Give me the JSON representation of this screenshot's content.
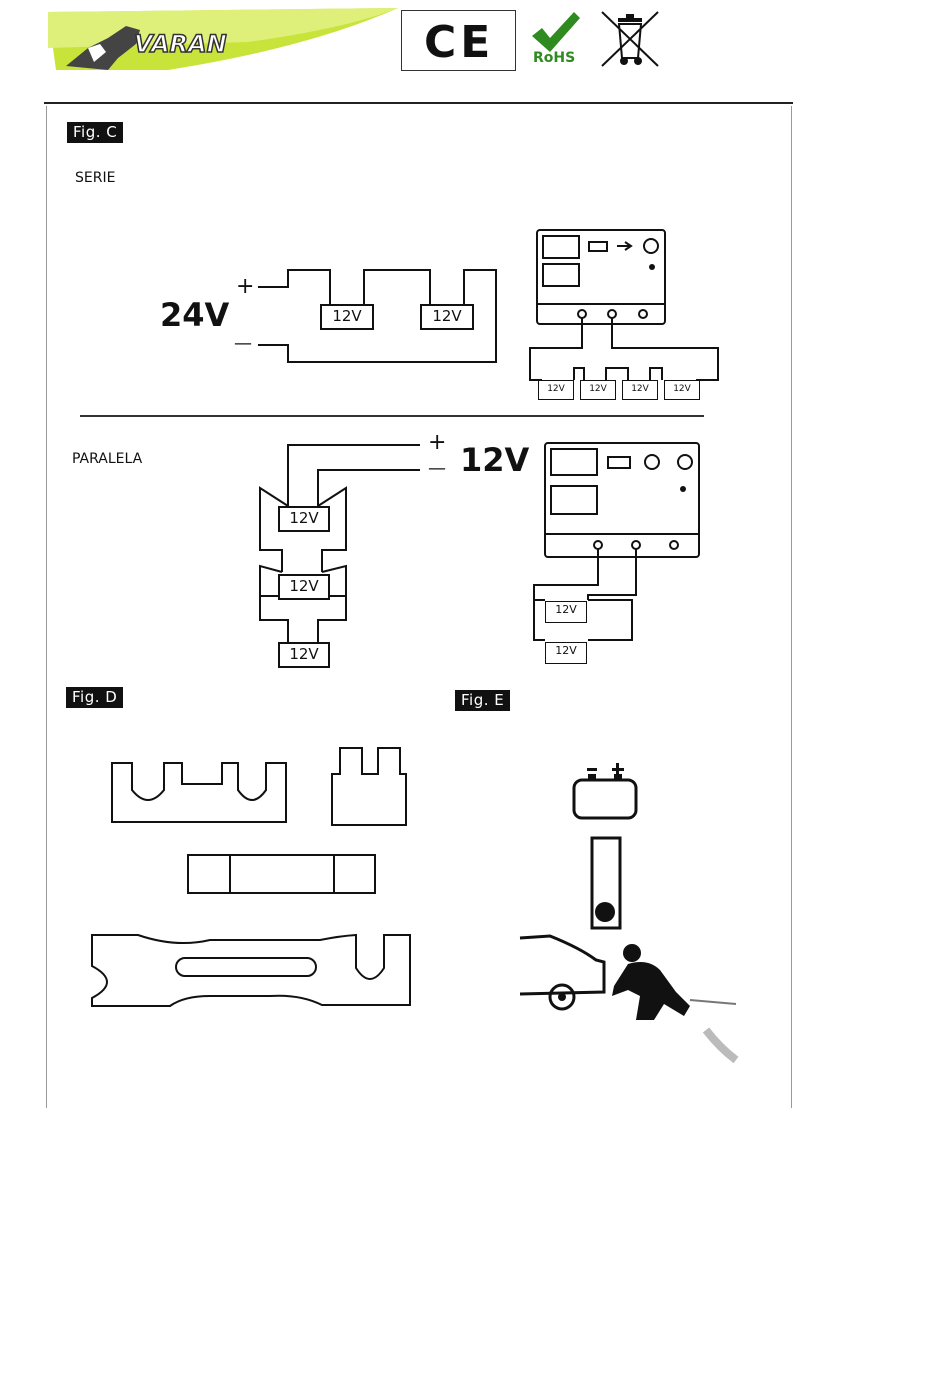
{
  "header": {
    "brand": "VARAN",
    "ce_mark": "CE",
    "rohs_mark": "RoHS"
  },
  "fig_c": {
    "tag": "Fig. C",
    "serie": {
      "label": "SERIE",
      "voltage": "24V",
      "plus": "+",
      "minus": "—",
      "battery_label": "12V",
      "charger_battery_label": "12V"
    },
    "paralela": {
      "label": "PARALELA",
      "voltage": "12V",
      "plus": "+",
      "minus": "—",
      "battery_label": "12V",
      "charger_battery_label": "12V"
    }
  },
  "fig_d": {
    "tag": "Fig. D"
  },
  "fig_e": {
    "tag": "Fig. E"
  }
}
